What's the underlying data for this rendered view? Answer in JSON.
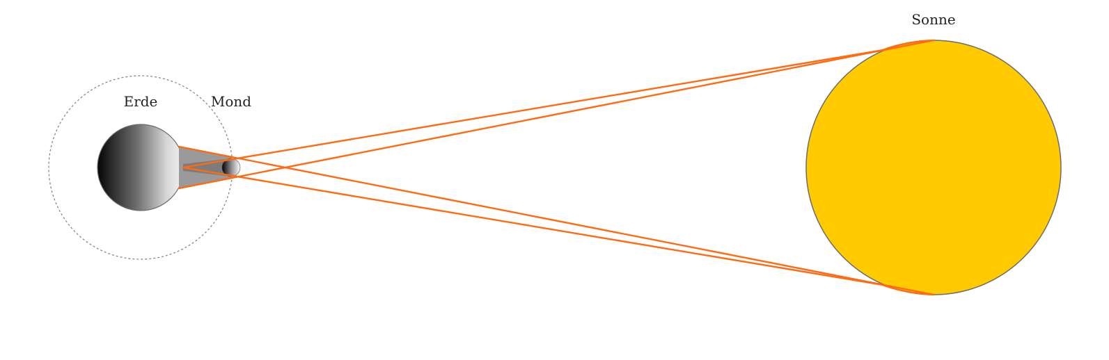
{
  "labels": {
    "earth": "Erde",
    "moon": "Mond",
    "sun": "Sonne"
  },
  "colors": {
    "sun_fill": "#ffcb00",
    "body_outline": "#6b6b6b",
    "ray": "#ff6a13",
    "orbit": "#888888",
    "shadow": "#9a9a9a"
  }
}
